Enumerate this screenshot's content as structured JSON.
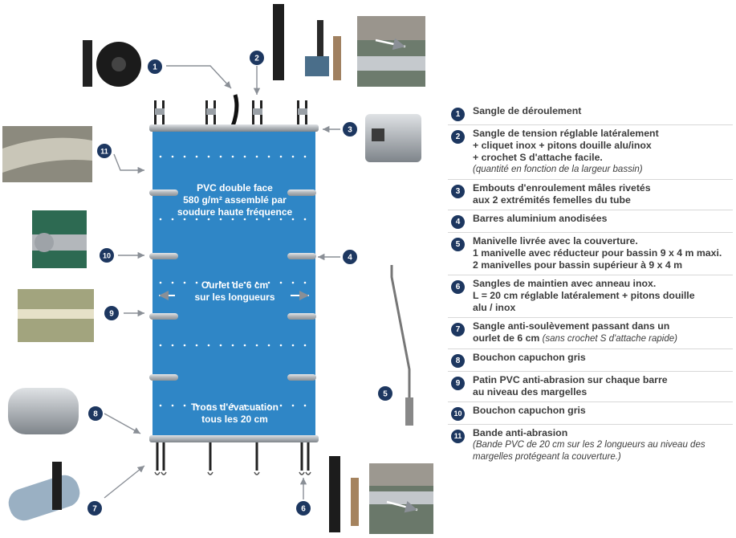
{
  "panel": {
    "text1": [
      "PVC double face",
      "580 g/m² assemblé par",
      "soudure haute fréquence"
    ],
    "text2": [
      "Ourlet de 6 cm",
      "sur les longueurs"
    ],
    "text3": [
      "Trous d'évacuation",
      "tous les 20 cm"
    ]
  },
  "callouts": [
    "1",
    "2",
    "3",
    "4",
    "5",
    "6",
    "7",
    "8",
    "9",
    "10",
    "11"
  ],
  "legend": [
    {
      "num": "1",
      "lines": [
        "Sangle de déroulement"
      ],
      "note": ""
    },
    {
      "num": "2",
      "lines": [
        "Sangle de tension réglable latéralement",
        "+ cliquet inox + pitons douille alu/inox",
        "+ crochet S d'attache facile."
      ],
      "note": "(quantité en fonction de la largeur bassin)"
    },
    {
      "num": "3",
      "lines": [
        "Embouts d'enroulement mâles rivetés",
        "aux 2 extrémités femelles du tube"
      ],
      "note": ""
    },
    {
      "num": "4",
      "lines": [
        "Barres aluminium anodisées"
      ],
      "note": ""
    },
    {
      "num": "5",
      "lines": [
        "Manivelle livrée avec la couverture.",
        "1 manivelle avec réducteur pour bassin 9 x 4 m maxi.",
        "2 manivelles pour bassin supérieur à 9 x 4 m"
      ],
      "note": ""
    },
    {
      "num": "6",
      "lines": [
        "Sangles de maintien avec anneau inox.",
        "L = 20 cm réglable latéralement + pitons douille",
        "alu / inox"
      ],
      "note": ""
    },
    {
      "num": "7",
      "lines": [
        "Sangle anti-soulèvement passant dans un",
        "ourlet de 6 cm"
      ],
      "note": "(sans crochet S d'attache rapide)"
    },
    {
      "num": "8",
      "lines": [
        "Bouchon capuchon gris"
      ],
      "note": ""
    },
    {
      "num": "9",
      "lines": [
        "Patin PVC anti-abrasion sur chaque barre",
        "au niveau des margelles"
      ],
      "note": ""
    },
    {
      "num": "10",
      "lines": [
        "Bouchon capuchon gris"
      ],
      "note": ""
    },
    {
      "num": "11",
      "lines": [
        "Bande anti-abrasion"
      ],
      "note": "(Bande PVC de 20 cm sur les 2 longueurs au niveau des margelles protégeant la couverture.)"
    }
  ],
  "colors": {
    "panel": "#2f86c6",
    "badge": "#1d3760",
    "bar": "#bfc3c8",
    "legend_text": "#3c3c3c"
  }
}
